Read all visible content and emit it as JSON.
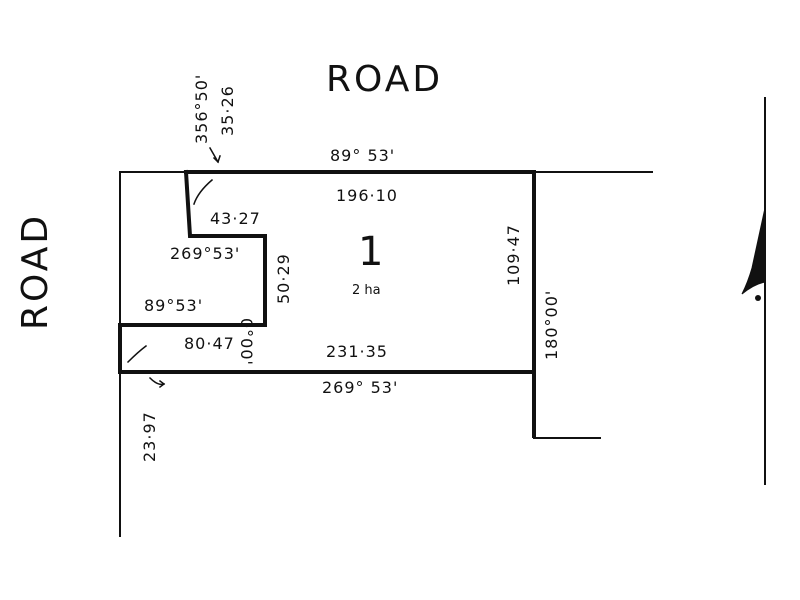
{
  "roads": {
    "north": "ROAD",
    "west": "ROAD"
  },
  "lot": {
    "number": "1",
    "area": "2 ha"
  },
  "dimensions": {
    "north_bearing": "89° 53'",
    "north_length": "196·10",
    "corner_bearing": "356°50'",
    "corner_length": "35·26",
    "notch_top": "43·27",
    "notch_bearing_top": "269°53'",
    "notch_side_bearing": "0°00'",
    "notch_side_length": "50·29",
    "notch_bearing_bottom": "89°53'",
    "notch_bottom": "80·47",
    "south_length": "231·35",
    "south_bearing": "269° 53'",
    "east_length": "109·47",
    "east_bearing": "180°00'",
    "west_length": "23·97"
  },
  "north_arrow": {
    "icon": "north-arrow-icon"
  }
}
